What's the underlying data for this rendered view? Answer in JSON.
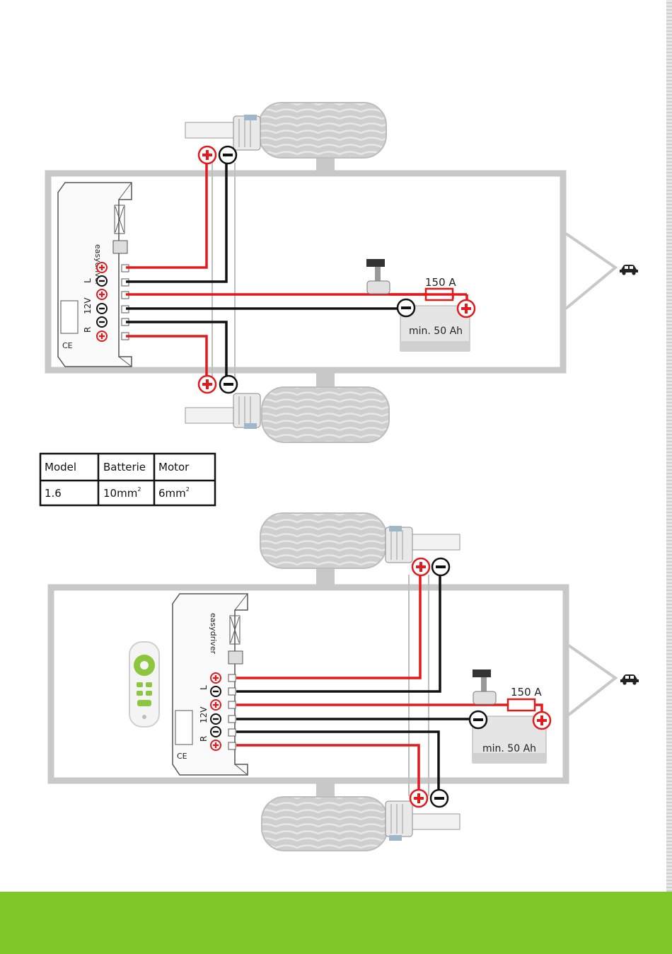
{
  "colors": {
    "positive_wire": "#e3191b",
    "negative_wire": "#111111",
    "trailer_frame": "#c8c8c8",
    "tire": "#c9c9c9",
    "footer": "#7dc828",
    "remote_accent": "#8cc63f"
  },
  "icons": {
    "car": "car-icon",
    "plus": "plus-terminal-icon",
    "minus": "minus-terminal-icon",
    "remote": "remote-control-icon",
    "switch": "main-switch-icon"
  },
  "diagram_top": {
    "fuse_label": "150 A",
    "battery_label": "min. 50 Ah",
    "port_label_left": "L",
    "port_label_voltage": "12V",
    "port_label_right": "R",
    "brand": "easydriver"
  },
  "diagram_bottom": {
    "fuse_label": "150 A",
    "battery_label": "min. 50 Ah",
    "port_label_left": "L",
    "port_label_voltage": "12V",
    "port_label_right": "R",
    "brand": "easydriver"
  },
  "cable_table": {
    "headers": [
      "Model",
      "Batterie",
      "Motor"
    ],
    "rows": [
      [
        "1.6",
        "10mm",
        "6mm"
      ]
    ],
    "superscript": "2"
  }
}
